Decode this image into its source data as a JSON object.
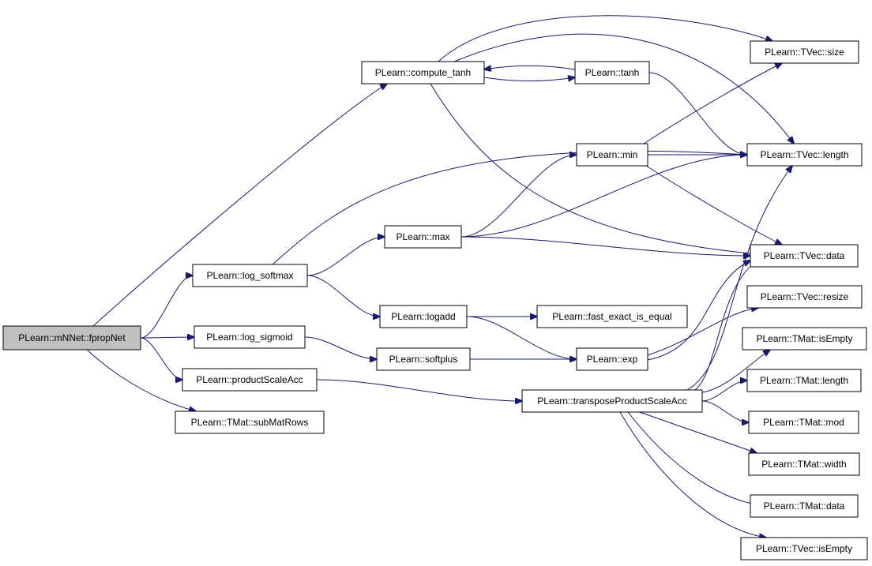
{
  "graph": {
    "type": "call-graph",
    "edge_color": "#191970",
    "root_fill": "#bfbfbf",
    "nodes": [
      {
        "id": "fpropNet",
        "label": "PLearn::mNNet::fpropNet",
        "root": true
      },
      {
        "id": "compute_tanh",
        "label": "PLearn::compute_tanh"
      },
      {
        "id": "log_softmax",
        "label": "PLearn::log_softmax"
      },
      {
        "id": "log_sigmoid",
        "label": "PLearn::log_sigmoid"
      },
      {
        "id": "productScaleAcc",
        "label": "PLearn::productScaleAcc"
      },
      {
        "id": "subMatRows",
        "label": "PLearn::TMat::subMatRows"
      },
      {
        "id": "tanh",
        "label": "PLearn::tanh"
      },
      {
        "id": "min",
        "label": "PLearn::min"
      },
      {
        "id": "max",
        "label": "PLearn::max"
      },
      {
        "id": "logadd",
        "label": "PLearn::logadd"
      },
      {
        "id": "softplus",
        "label": "PLearn::softplus"
      },
      {
        "id": "fast_exact_is_equal",
        "label": "PLearn::fast_exact_is_equal"
      },
      {
        "id": "exp",
        "label": "PLearn::exp"
      },
      {
        "id": "transposeProductScaleAcc",
        "label": "PLearn::transposeProductScaleAcc"
      },
      {
        "id": "tvec_size",
        "label": "PLearn::TVec::size"
      },
      {
        "id": "tvec_length",
        "label": "PLearn::TVec::length"
      },
      {
        "id": "tvec_data",
        "label": "PLearn::TVec::data"
      },
      {
        "id": "tvec_resize",
        "label": "PLearn::TVec::resize"
      },
      {
        "id": "tmat_isEmpty",
        "label": "PLearn::TMat::isEmpty"
      },
      {
        "id": "tmat_length",
        "label": "PLearn::TMat::length"
      },
      {
        "id": "tmat_mod",
        "label": "PLearn::TMat::mod"
      },
      {
        "id": "tmat_width",
        "label": "PLearn::TMat::width"
      },
      {
        "id": "tmat_data",
        "label": "PLearn::TMat::data"
      },
      {
        "id": "tvec_isEmpty",
        "label": "PLearn::TVec::isEmpty"
      }
    ],
    "edges": [
      {
        "from": "fpropNet",
        "to": "compute_tanh"
      },
      {
        "from": "fpropNet",
        "to": "log_softmax"
      },
      {
        "from": "fpropNet",
        "to": "log_sigmoid"
      },
      {
        "from": "fpropNet",
        "to": "productScaleAcc"
      },
      {
        "from": "fpropNet",
        "to": "subMatRows"
      },
      {
        "from": "compute_tanh",
        "to": "tvec_size"
      },
      {
        "from": "compute_tanh",
        "to": "tvec_length"
      },
      {
        "from": "compute_tanh",
        "to": "tanh"
      },
      {
        "from": "compute_tanh",
        "to": "tvec_data"
      },
      {
        "from": "tanh",
        "to": "compute_tanh"
      },
      {
        "from": "tanh",
        "to": "tvec_length"
      },
      {
        "from": "log_softmax",
        "to": "tvec_length"
      },
      {
        "from": "log_softmax",
        "to": "max"
      },
      {
        "from": "log_softmax",
        "to": "logadd"
      },
      {
        "from": "max",
        "to": "min"
      },
      {
        "from": "max",
        "to": "tvec_length"
      },
      {
        "from": "max",
        "to": "tvec_data"
      },
      {
        "from": "min",
        "to": "tvec_size"
      },
      {
        "from": "min",
        "to": "tvec_length"
      },
      {
        "from": "min",
        "to": "tvec_data"
      },
      {
        "from": "logadd",
        "to": "fast_exact_is_equal"
      },
      {
        "from": "logadd",
        "to": "exp"
      },
      {
        "from": "log_sigmoid",
        "to": "softplus"
      },
      {
        "from": "softplus",
        "to": "exp"
      },
      {
        "from": "exp",
        "to": "tvec_resize"
      },
      {
        "from": "exp",
        "to": "tvec_data"
      },
      {
        "from": "productScaleAcc",
        "to": "transposeProductScaleAcc"
      },
      {
        "from": "transposeProductScaleAcc",
        "to": "tvec_length"
      },
      {
        "from": "transposeProductScaleAcc",
        "to": "tvec_data"
      },
      {
        "from": "transposeProductScaleAcc",
        "to": "tmat_isEmpty"
      },
      {
        "from": "transposeProductScaleAcc",
        "to": "tmat_length"
      },
      {
        "from": "transposeProductScaleAcc",
        "to": "tmat_mod"
      },
      {
        "from": "transposeProductScaleAcc",
        "to": "tmat_width"
      },
      {
        "from": "transposeProductScaleAcc",
        "to": "tmat_data"
      },
      {
        "from": "transposeProductScaleAcc",
        "to": "tvec_isEmpty"
      }
    ]
  }
}
